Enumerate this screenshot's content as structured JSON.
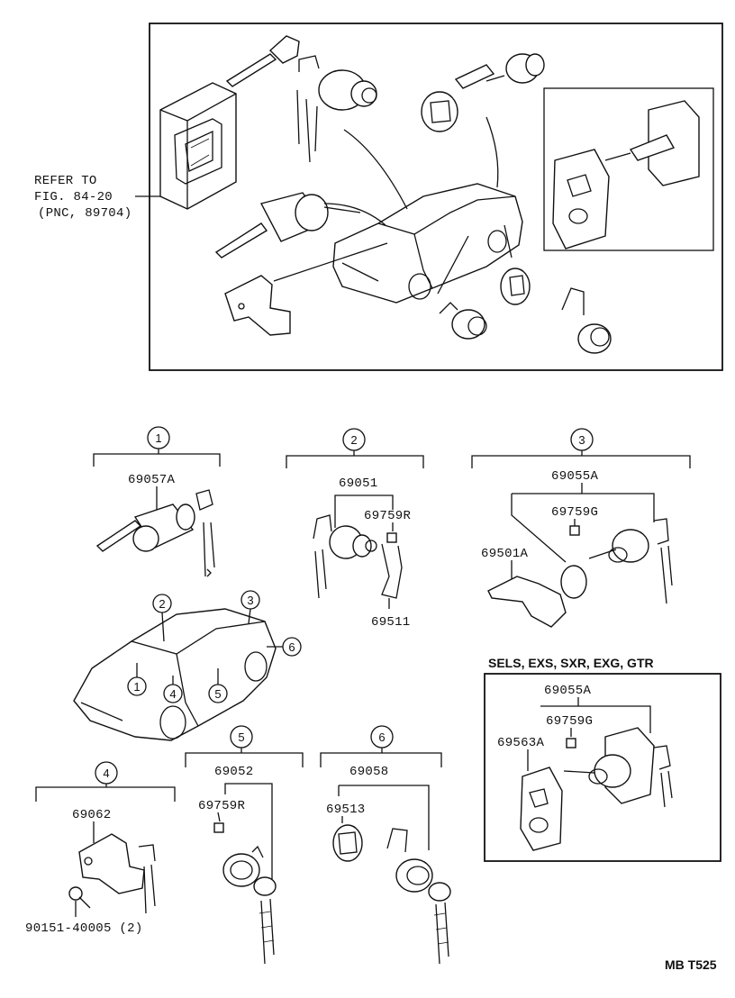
{
  "top_panel": {
    "refer_lines": [
      "REFER TO",
      "FIG. 84-20",
      "(PNC, 89704)"
    ]
  },
  "groups": [
    {
      "id": "1",
      "parts": [
        "69057A"
      ]
    },
    {
      "id": "2",
      "parts": [
        "69051",
        "69759R",
        "69511"
      ]
    },
    {
      "id": "3",
      "parts": [
        "69055A",
        "69759G",
        "69501A"
      ]
    },
    {
      "id": "4",
      "parts": [
        "69062",
        "90151-40005 (2)"
      ]
    },
    {
      "id": "5",
      "parts": [
        "69052",
        "69759R"
      ]
    },
    {
      "id": "6",
      "parts": [
        "69058",
        "69513"
      ]
    }
  ],
  "variant_box": {
    "title": "SELS, EXS, SXR, EXG, GTR",
    "parts": [
      "69055A",
      "69759G",
      "69563A"
    ]
  },
  "car_callouts": [
    "1",
    "2",
    "3",
    "4",
    "5",
    "6"
  ],
  "footer_code": "MB T525"
}
